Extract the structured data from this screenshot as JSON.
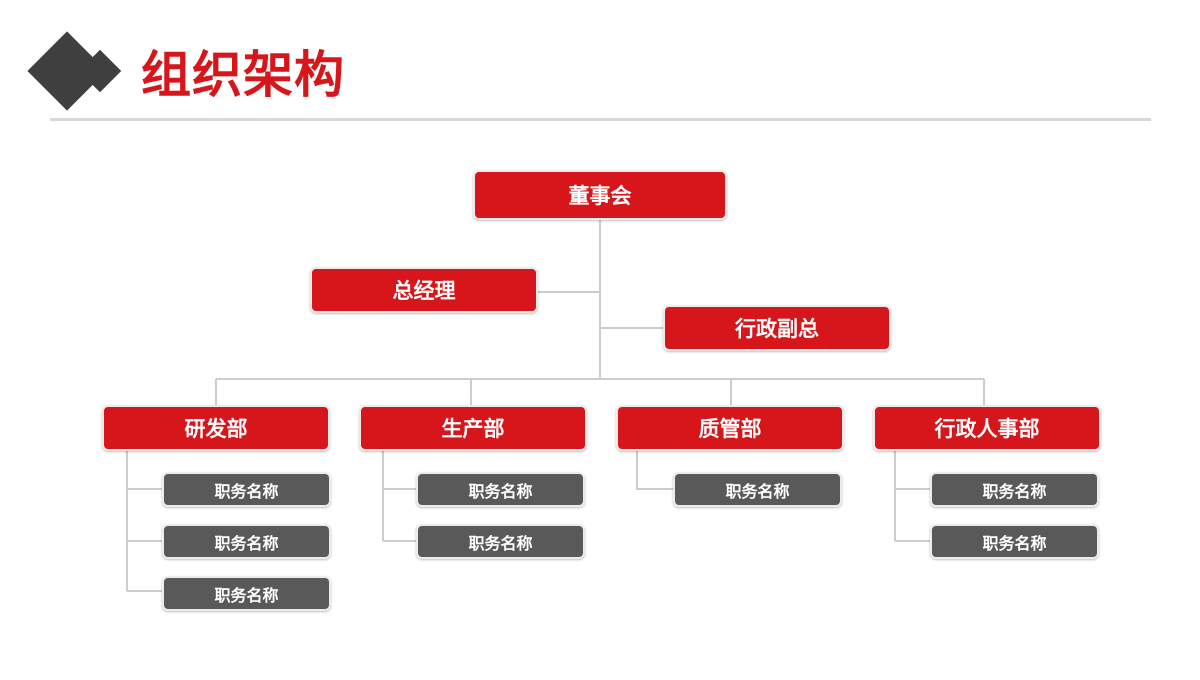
{
  "header": {
    "title": "组织架构"
  },
  "colors": {
    "accent": "#d7161b",
    "role_box": "#595959",
    "logo": "#3f3f3f",
    "connector": "#cccccc",
    "rule": "#d9d9d9"
  },
  "org": {
    "board": "董事会",
    "general_manager": "总经理",
    "admin_vp": "行政副总",
    "departments": [
      {
        "name": "研发部",
        "roles": [
          "职务名称",
          "职务名称",
          "职务名称"
        ]
      },
      {
        "name": "生产部",
        "roles": [
          "职务名称",
          "职务名称"
        ]
      },
      {
        "name": "质管部",
        "roles": [
          "职务名称"
        ]
      },
      {
        "name": "行政人事部",
        "roles": [
          "职务名称",
          "职务名称"
        ]
      }
    ]
  }
}
